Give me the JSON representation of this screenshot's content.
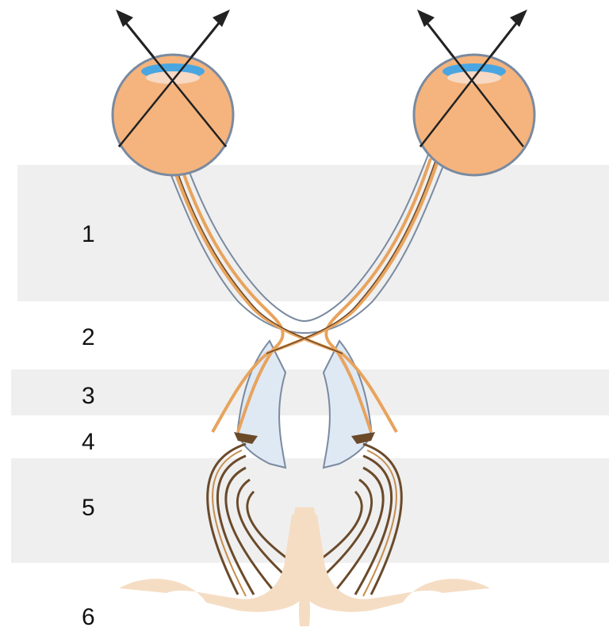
{
  "labels": [
    {
      "id": "1",
      "text": "1"
    },
    {
      "id": "2",
      "text": "2"
    },
    {
      "id": "3",
      "text": "3"
    },
    {
      "id": "4",
      "text": "4"
    },
    {
      "id": "5",
      "text": "5"
    },
    {
      "id": "6",
      "text": "6"
    }
  ],
  "colors": {
    "band": "#efefef",
    "eye_fill": "#f5b47d",
    "eye_outline": "#7a8aa0",
    "lens": "#4aa6e0",
    "nerve_sheath": "#dfe9f4",
    "nerve_fiber": "#e8a35d",
    "fiber_dark": "#6b4a2a",
    "cortex": "#f5ddc4",
    "arrow": "#222222"
  }
}
